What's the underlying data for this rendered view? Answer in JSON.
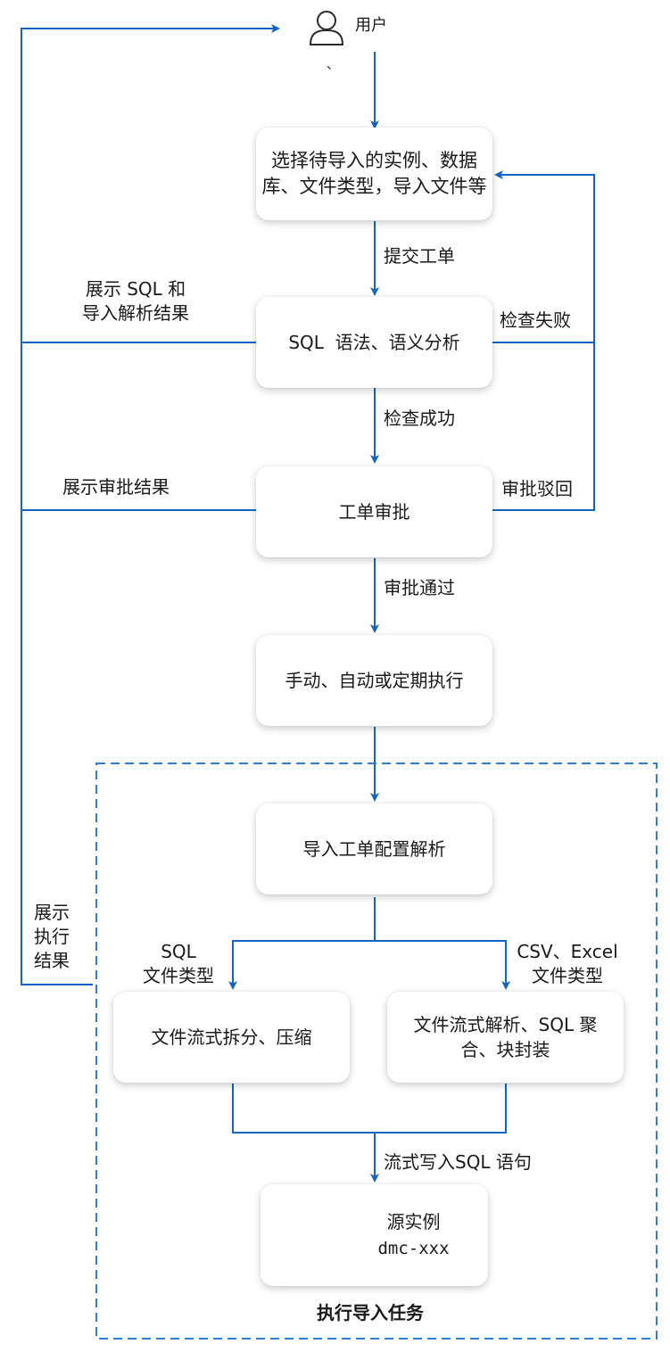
{
  "user": {
    "label": "用户",
    "mark": "、"
  },
  "boxes": {
    "select": "选择待导入的实例、数据库、文件类型，导入文件等",
    "sql_analysis": "SQL  语法、语义分析",
    "approval": "工单审批",
    "execute": "手动、自动或定期执行",
    "config_parse": "导入工单配置解析",
    "split_compress": "文件流式拆分、压缩",
    "parse_aggregate": "文件流式解析、SQL 聚合、块封装",
    "source_title": "源实例",
    "source_name": "dmc-xxx"
  },
  "edges": {
    "submit": "提交工单",
    "check_success": "检查成功",
    "check_fail": "检查失败",
    "approve_pass": "审批通过",
    "approve_reject": "审批驳回",
    "show_sql_1": "展示 SQL 和",
    "show_sql_2": "导入解析结果",
    "show_approval": "展示审批结果",
    "show_exec_1": "展示",
    "show_exec_2": "执行",
    "show_exec_3": "结果",
    "sql_type_1": "SQL",
    "sql_type_2": "文件类型",
    "csv_type_1": "CSV、Excel",
    "csv_type_2": "文件类型",
    "stream_write": "流式写入SQL 语句"
  },
  "group_title": "执行导入任务",
  "colors": {
    "line": "#1565c0",
    "dash": "#2f7fd6",
    "icon": "#1976d2"
  }
}
